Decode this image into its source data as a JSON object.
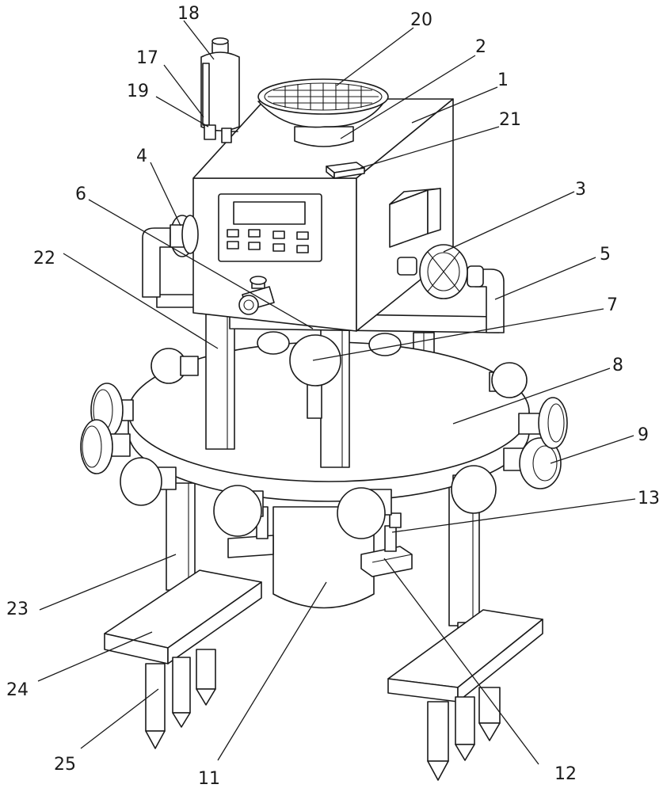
{
  "labels": [
    {
      "id": "18",
      "text": "18"
    },
    {
      "id": "20",
      "text": "20"
    },
    {
      "id": "17",
      "text": "17"
    },
    {
      "id": "2",
      "text": "2"
    },
    {
      "id": "19",
      "text": "19"
    },
    {
      "id": "1",
      "text": "1"
    },
    {
      "id": "21",
      "text": "21"
    },
    {
      "id": "4",
      "text": "4"
    },
    {
      "id": "3",
      "text": "3"
    },
    {
      "id": "6",
      "text": "6"
    },
    {
      "id": "22",
      "text": "22"
    },
    {
      "id": "5",
      "text": "5"
    },
    {
      "id": "7",
      "text": "7"
    },
    {
      "id": "8",
      "text": "8"
    },
    {
      "id": "9",
      "text": "9"
    },
    {
      "id": "13",
      "text": "13"
    },
    {
      "id": "23",
      "text": "23"
    },
    {
      "id": "24",
      "text": "24"
    },
    {
      "id": "25",
      "text": "25"
    },
    {
      "id": "11",
      "text": "11"
    },
    {
      "id": "12",
      "text": "12"
    }
  ]
}
